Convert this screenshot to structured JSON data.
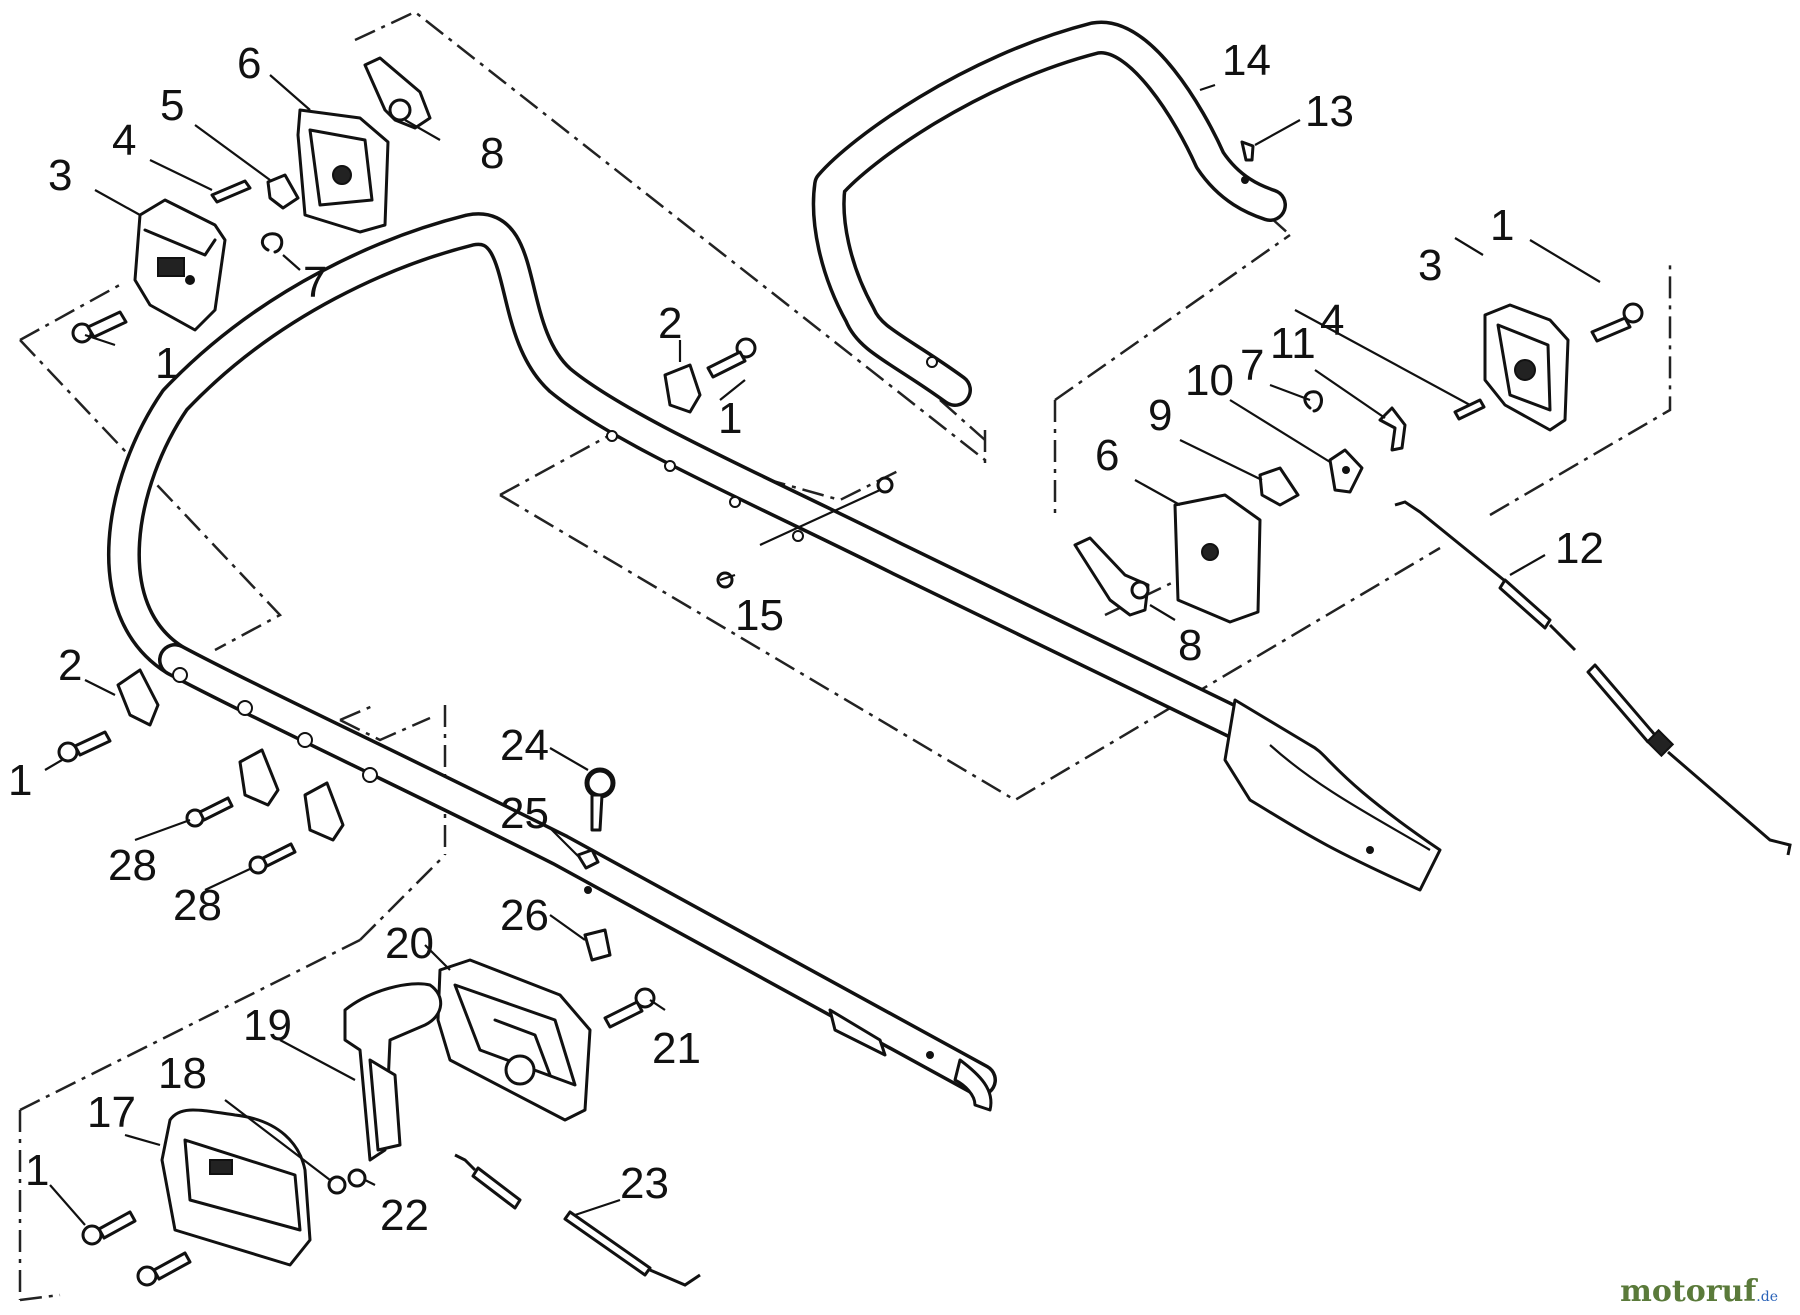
{
  "diagram": {
    "callouts": {
      "c1a": "1",
      "c1b": "1",
      "c1c": "1",
      "c1d": "1",
      "c1e": "1",
      "c2a": "2",
      "c2b": "2",
      "c3a": "3",
      "c3b": "3",
      "c4a": "4",
      "c4b": "4",
      "c5": "5",
      "c6a": "6",
      "c6b": "6",
      "c7a": "7",
      "c7b": "7",
      "c8a": "8",
      "c8b": "8",
      "c9": "9",
      "c10": "10",
      "c11": "11",
      "c12": "12",
      "c13": "13",
      "c14": "14",
      "c15": "15",
      "c17": "17",
      "c18": "18",
      "c19": "19",
      "c20": "20",
      "c21": "21",
      "c22": "22",
      "c23": "23",
      "c24": "24",
      "c25": "25",
      "c26": "26",
      "c28a": "28",
      "c28b": "28"
    }
  },
  "watermark": {
    "brand": "motoruf",
    "suffix": ".de"
  }
}
